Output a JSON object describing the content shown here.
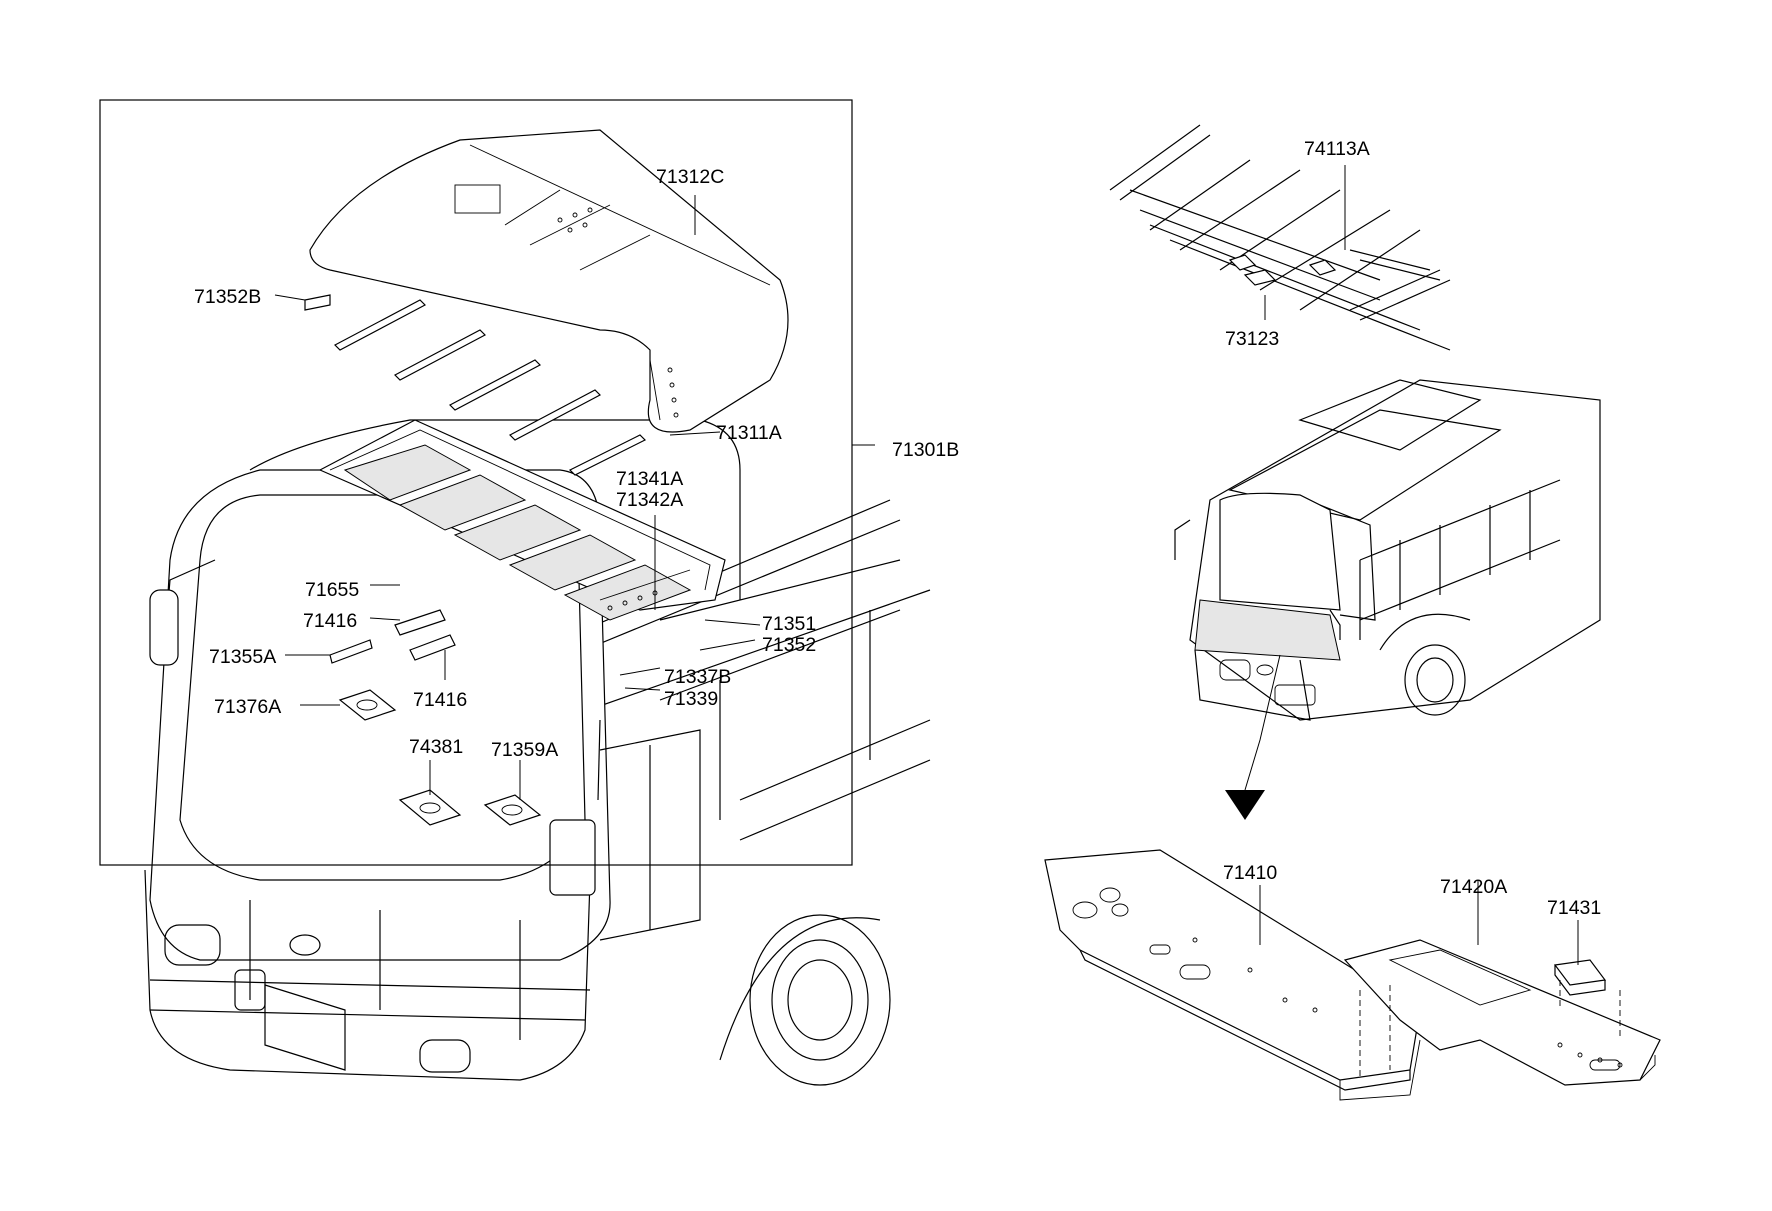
{
  "labels": {
    "p71312C": "71312C",
    "p71352B": "71352B",
    "p71311A": "71311A",
    "p71301B": "71301B",
    "p71341A": "71341A",
    "p71342A": "71342A",
    "p71655": "71655",
    "p71416a": "71416",
    "p71416b": "71416",
    "p71355A": "71355A",
    "p71351": "71351",
    "p71352": "71352",
    "p71337B": "71337B",
    "p71339": "71339",
    "p71376A": "71376A",
    "p74381": "74381",
    "p71359A": "71359A",
    "p74113A": "74113A",
    "p73123": "73123",
    "p71410": "71410",
    "p71420A": "71420A",
    "p71431": "71431"
  }
}
